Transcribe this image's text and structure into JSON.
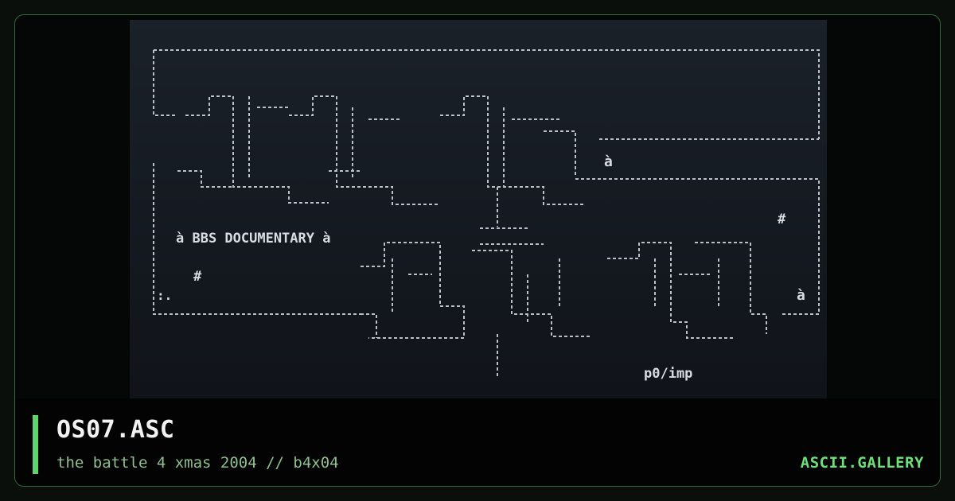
{
  "artwork": {
    "alt": "",
    "texts": {
      "arrow_top": "à",
      "tagline": "à BBS DOCUMENTARY à",
      "hash_left": "#",
      "hash_right": "#",
      "corner_mark": ":.",
      "arrow_bottom": "à",
      "signature": "p0/imp"
    }
  },
  "footer": {
    "title": "OS07.ASC",
    "subtitle": "the battle 4 xmas 2004 // b4x04",
    "brand": "ASCII.GALLERY"
  },
  "colors": {
    "accent": "#5fd46a",
    "brand": "#6ee07a",
    "subtitle": "#8fbf8f",
    "frame": "#2f6b34",
    "art_background": "#161b22",
    "art_ink": "#d8dde3"
  }
}
